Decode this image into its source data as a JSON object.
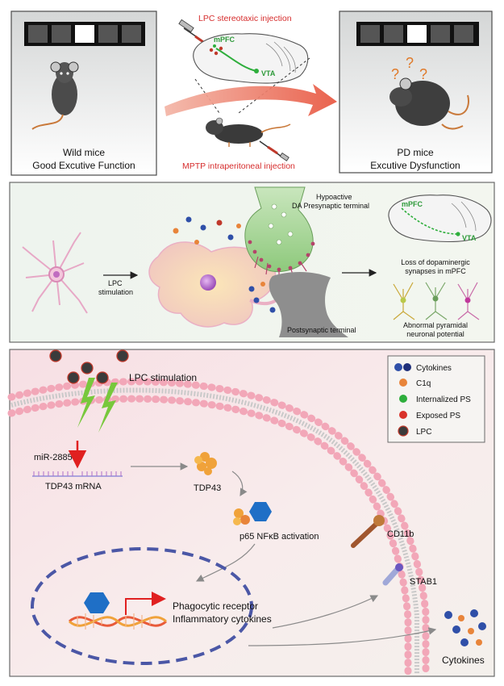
{
  "top": {
    "left_caption_line1": "Wild mice",
    "left_caption_line2": "Good Excutive Function",
    "right_caption_line1": "PD mice",
    "right_caption_line2": "Excutive Dysfunction",
    "lpc_injection": "LPC stereotaxic injection",
    "mptp_injection": "MPTP intraperitoneal injection",
    "mpfc": "mPFC",
    "vta": "VTA",
    "question_marks": [
      "?",
      "?",
      "?"
    ]
  },
  "middle": {
    "lpc_stim_line1": "LPC",
    "lpc_stim_line2": "stimulation",
    "hypo_line1": "Hypoactive",
    "hypo_line2": "DA Presynaptic terminal",
    "postsynaptic": "Postsynaptic terminal",
    "mpfc": "mPFC",
    "vta": "VTA",
    "loss_line1": "Loss of dopaminergic",
    "loss_line2": "synapses in mPFC",
    "abn_line1": "Abnormal pyramidal",
    "abn_line2": "neuronal potential"
  },
  "bottom": {
    "lpc_stimulation": "LPC stimulation",
    "mir": "miR-2885",
    "tdp43_mrna": "TDP43 mRNA",
    "tdp43": "TDP43",
    "p65": "p65 NFκB activation",
    "cd11b": "CD11b",
    "stab1": "STAB1",
    "phago_line1": "Phagocytic receptor",
    "phago_line2": "Inflammatory cytokines",
    "cytokines": "Cytokines"
  },
  "legend": {
    "items": [
      {
        "label": "Cytokines",
        "color": "#2f4fa8"
      },
      {
        "label": "C1q",
        "color": "#e8843a"
      },
      {
        "label": "Internalized PS",
        "color": "#2eae3c"
      },
      {
        "label": "Exposed PS",
        "color": "#d9322a"
      },
      {
        "label": "LPC",
        "color": "#3b3b3b"
      }
    ]
  },
  "colors": {
    "red_text": "#d62d2d",
    "green_text": "#2e9a3a",
    "membrane": "#f2a7b8",
    "nucleus_dash": "#4b57a6",
    "arrow_red": "#e8553f"
  }
}
